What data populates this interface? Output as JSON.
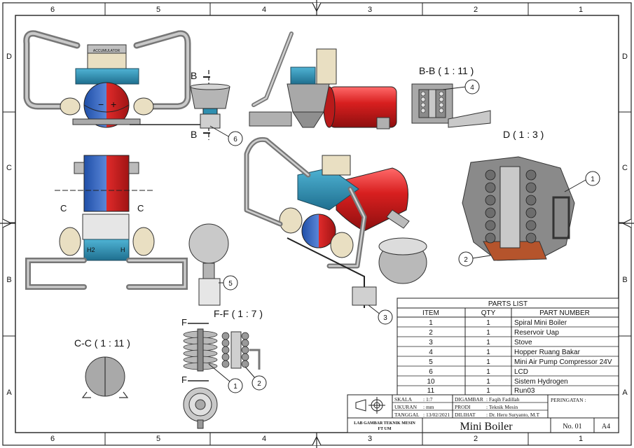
{
  "border": {
    "top_zones": [
      "6",
      "5",
      "4",
      "3",
      "2",
      "1"
    ],
    "bottom_zones": [
      "6",
      "5",
      "4",
      "3",
      "2",
      "1"
    ],
    "left_zones": [
      "D",
      "C",
      "B",
      "A"
    ],
    "right_zones": [
      "D",
      "C",
      "B",
      "A"
    ]
  },
  "views": {
    "front_top_label": "ACCUMULATOR",
    "bb": "B-B ( 1 : 11 )",
    "d": "D ( 1 : 3 )",
    "cc": "C-C ( 1 : 11 )",
    "ff": "F-F ( 1 : 7 )",
    "cut_b": "B",
    "cut_c": "C",
    "cut_f": "F",
    "lcd_small": "H2",
    "lcd_small2": "H"
  },
  "balloons": [
    "6",
    "4",
    "1",
    "2",
    "5",
    "3",
    "1",
    "2"
  ],
  "parts_list": {
    "title": "PARTS LIST",
    "headers": [
      "ITEM",
      "QTY",
      "PART NUMBER"
    ],
    "rows": [
      {
        "item": "1",
        "qty": "1",
        "part": "Spiral Mini Boiler"
      },
      {
        "item": "2",
        "qty": "1",
        "part": "Reservoir Uap"
      },
      {
        "item": "3",
        "qty": "1",
        "part": "Stove"
      },
      {
        "item": "4",
        "qty": "1",
        "part": "Hopper Ruang Bakar"
      },
      {
        "item": "5",
        "qty": "1",
        "part": "Mini Air Pump Compressor 24V"
      },
      {
        "item": "6",
        "qty": "1",
        "part": "LCD"
      },
      {
        "item": "10",
        "qty": "1",
        "part": "Sistem Hydrogen"
      },
      {
        "item": "11",
        "qty": "1",
        "part": "Run03"
      }
    ]
  },
  "title_block": {
    "skala_label": "SKALA",
    "skala_value": ": 1:7",
    "ukuran_label": "UKURAN",
    "ukuran_value": ": mm",
    "tanggal_label": "TANGGAL",
    "tanggal_value": ": 13/02/2021",
    "digambar_label": "DIGAMBAR",
    "digambar_value": ": Faqih Fadillah",
    "prodi_label": "PRODI",
    "prodi_value": ": Teknik Mesin",
    "dilihat_label": "DILIHAT",
    "dilihat_value": ": Dr. Heru Suryanto, M.T",
    "peringatan": "PERINGATAN :",
    "lab": "LAB GAMBAR TEKNIK MESIN",
    "ftum": "FT UM",
    "title": "Mini Boiler",
    "number": "No. 01",
    "size": "A4"
  },
  "colors": {
    "red": "#d81f1f",
    "blue": "#2a5fb8",
    "cyan": "#2f8fb0",
    "grey": "#9a9a9a",
    "brown": "#b5542c",
    "cream": "#e9dfc2"
  }
}
